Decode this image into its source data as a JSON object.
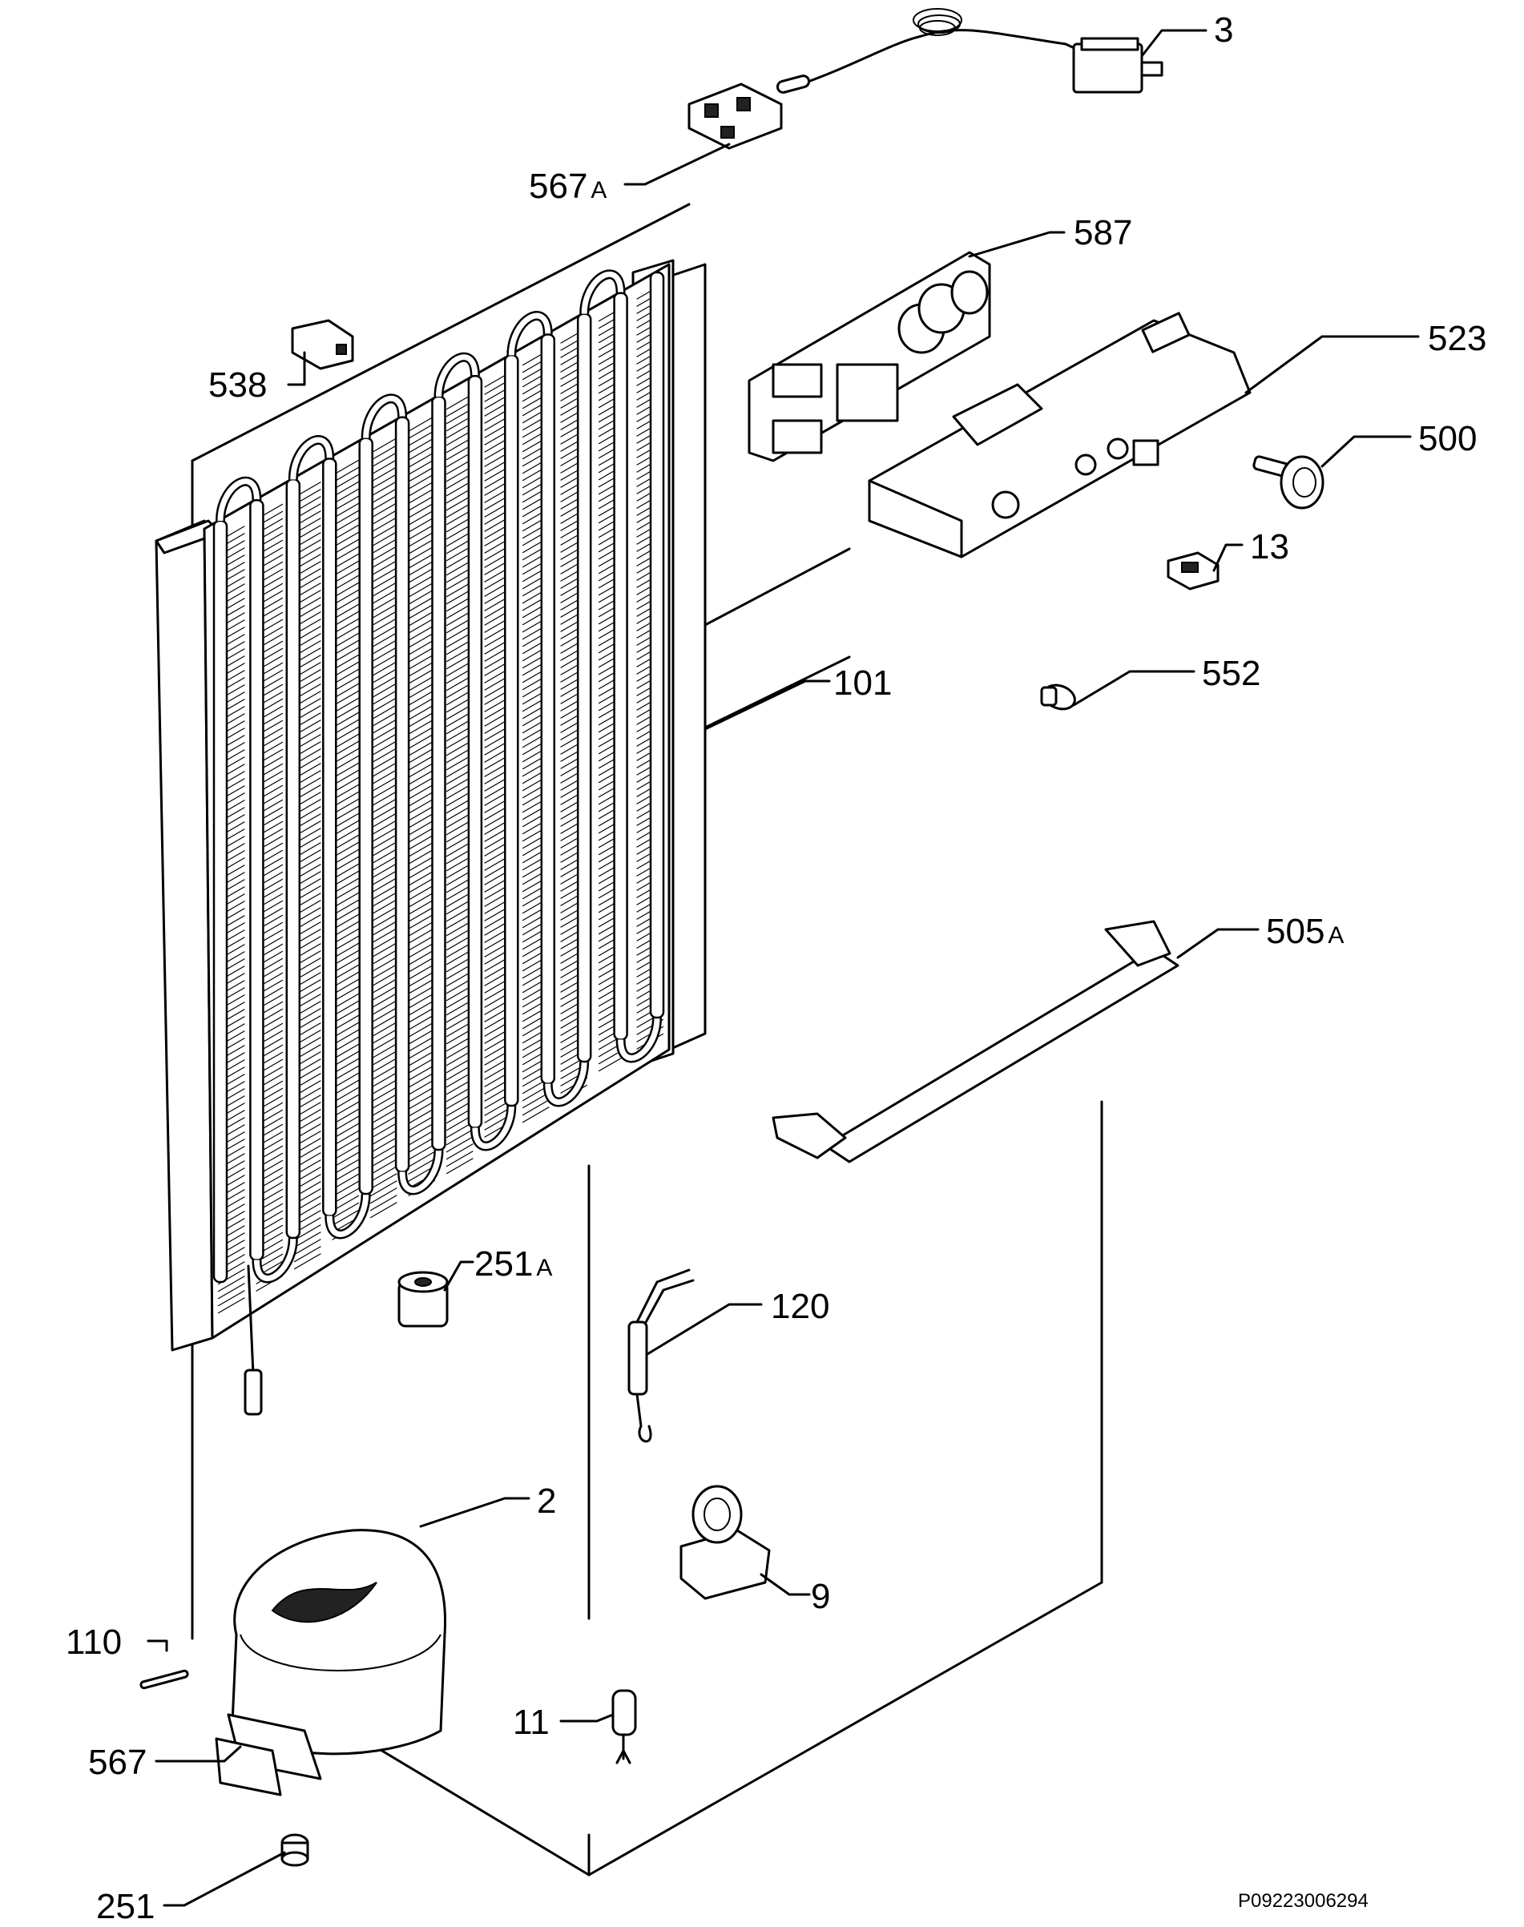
{
  "diagram": {
    "reference_code": "P09223006294",
    "callouts": [
      {
        "id": "c3",
        "num": "3",
        "suffix": ""
      },
      {
        "id": "c567a",
        "num": "567",
        "suffix": "A"
      },
      {
        "id": "c587",
        "num": "587",
        "suffix": ""
      },
      {
        "id": "c523",
        "num": "523",
        "suffix": ""
      },
      {
        "id": "c538",
        "num": "538",
        "suffix": ""
      },
      {
        "id": "c500",
        "num": "500",
        "suffix": ""
      },
      {
        "id": "c13",
        "num": "13",
        "suffix": ""
      },
      {
        "id": "c101",
        "num": "101",
        "suffix": ""
      },
      {
        "id": "c552",
        "num": "552",
        "suffix": ""
      },
      {
        "id": "c505a",
        "num": "505",
        "suffix": "A"
      },
      {
        "id": "c251a",
        "num": "251",
        "suffix": "A"
      },
      {
        "id": "c120",
        "num": "120",
        "suffix": ""
      },
      {
        "id": "c2",
        "num": "2",
        "suffix": ""
      },
      {
        "id": "c9",
        "num": "9",
        "suffix": ""
      },
      {
        "id": "c110",
        "num": "110",
        "suffix": ""
      },
      {
        "id": "c11",
        "num": "11",
        "suffix": ""
      },
      {
        "id": "c567",
        "num": "567",
        "suffix": ""
      },
      {
        "id": "c251",
        "num": "251",
        "suffix": ""
      }
    ]
  }
}
